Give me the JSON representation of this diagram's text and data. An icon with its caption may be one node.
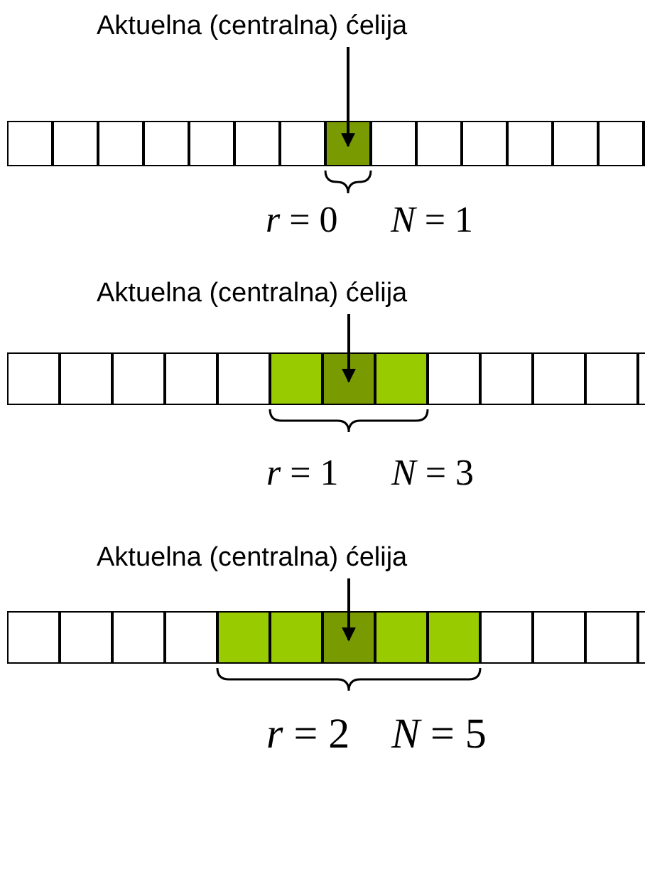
{
  "diagram": {
    "nodes": [
      {
        "text": [
          "Aktuelna (centralna) ćelija"
        ]
      },
      {
        "text": [],
        "shape": "box"
      },
      {
        "text": [
          "Aktuelna (centralna) ćelija"
        ]
      },
      {
        "text": [],
        "shape": "box"
      },
      {
        "text": [
          "Aktuelna (centralna) ćelija"
        ]
      },
      {
        "text": [],
        "shape": "box"
      }
    ],
    "edges": [
      {
        "from": 0,
        "to": 1,
        "arrow": "to"
      },
      {
        "from": 2,
        "to": 3,
        "arrow": "to"
      },
      {
        "from": 4,
        "to": 5,
        "arrow": "to"
      }
    ],
    "labels": [
      "*r* = 0",
      "*N* = 1",
      "*r* = 1",
      "*N* = 3",
      "*r* = 2",
      "*N* = 5"
    ]
  }
}
